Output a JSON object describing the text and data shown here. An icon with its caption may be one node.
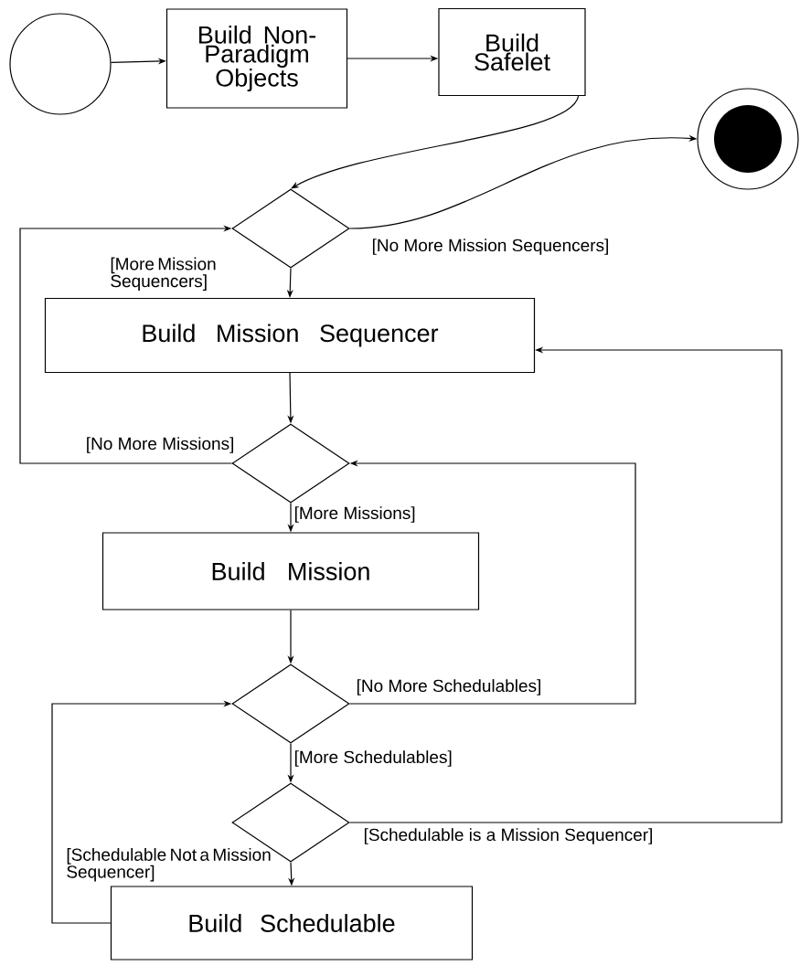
{
  "diagram": {
    "nodes": [
      {
        "text": [],
        "shape": "circle"
      },
      {
        "text": [
          "Build Non-Paradigm Objects"
        ]
      },
      {
        "text": [
          "Build Safelet"
        ]
      },
      {
        "text": [],
        "shape": "circle"
      },
      {
        "text": [],
        "shape": "diamond"
      },
      {
        "text": [
          "Build Mission Sequencer"
        ]
      },
      {
        "text": [],
        "shape": "diamond"
      },
      {
        "text": [
          "Build Mission"
        ]
      },
      {
        "text": [],
        "shape": "diamond"
      },
      {
        "text": [],
        "shape": "diamond"
      },
      {
        "text": [
          "Build Schedulable"
        ]
      }
    ],
    "edges": [
      {
        "from": 0,
        "to": 1,
        "arrow": "to"
      },
      {
        "from": 1,
        "to": 2,
        "arrow": "to"
      },
      {
        "from": 2,
        "to": 4,
        "arrow": "to"
      },
      {
        "from": 4,
        "to": 3,
        "arrow": "to",
        "label": "[No More Mission Sequencers]"
      },
      {
        "from": 4,
        "to": 5,
        "arrow": "to",
        "label": "[More Mission Sequencers]"
      },
      {
        "from": 5,
        "to": 6,
        "arrow": "to"
      },
      {
        "from": 6,
        "to": 4,
        "arrow": "to",
        "label": "[No More Missions]"
      },
      {
        "from": 6,
        "to": 7,
        "arrow": "to",
        "label": "[More Missions]"
      },
      {
        "from": 7,
        "to": 8,
        "arrow": "to"
      },
      {
        "from": 8,
        "to": 6,
        "arrow": "to",
        "label": "[No More Schedulables]"
      },
      {
        "from": 8,
        "to": 9,
        "arrow": "to",
        "label": "[More Schedulables]"
      },
      {
        "from": 9,
        "to": 5,
        "arrow": "to",
        "label": "[Schedulable is a Mission Sequencer]"
      },
      {
        "from": 9,
        "to": 10,
        "arrow": "to",
        "label": "[Schedulable Not a Mission Sequencer]"
      },
      {
        "from": 10,
        "to": 8,
        "arrow": "to"
      }
    ]
  }
}
